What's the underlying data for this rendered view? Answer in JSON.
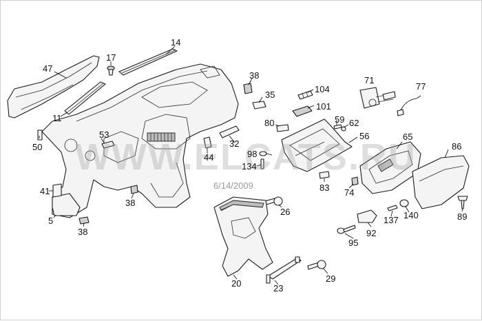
{
  "diagram": {
    "watermark": "WWW.ELCATS.RU",
    "date": "6/14/2009",
    "callouts": [
      "47",
      "17",
      "14",
      "38",
      "35",
      "104",
      "71",
      "77",
      "101",
      "59",
      "62",
      "80",
      "11",
      "53",
      "50",
      "44",
      "32",
      "56",
      "65",
      "86",
      "98",
      "134",
      "41",
      "38",
      "83",
      "74",
      "26",
      "5",
      "38",
      "137",
      "140",
      "89",
      "92",
      "95",
      "20",
      "23",
      "29"
    ]
  }
}
